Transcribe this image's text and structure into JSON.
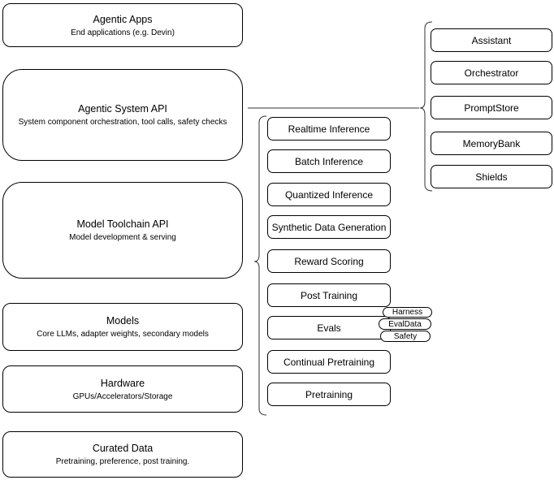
{
  "diagram": {
    "colors": {
      "background": "#ffffff",
      "stroke": "#000000",
      "fill": "#ffffff",
      "text": "#000000"
    },
    "left_column": [
      {
        "title": "Agentic Apps",
        "subtitle": "End applications (e.g. Devin)"
      },
      {
        "title": "Agentic System API",
        "subtitle": "System component orchestration, tool calls, safety checks"
      },
      {
        "title": "Model Toolchain API",
        "subtitle": "Model development & serving"
      },
      {
        "title": "Models",
        "subtitle": "Core LLMs, adapter weights, secondary models"
      },
      {
        "title": "Hardware",
        "subtitle": "GPUs/Accelerators/Storage"
      },
      {
        "title": "Curated Data",
        "subtitle": "Pretraining, preference, post training."
      }
    ],
    "toolchain_items": [
      "Realtime Inference",
      "Batch Inference",
      "Quantized Inference",
      "Synthetic Data Generation",
      "Reward Scoring",
      "Post Training",
      "Evals",
      "Continual Pretraining",
      "Pretraining"
    ],
    "evals_tags": [
      "Harness",
      "EvalData",
      "Safety"
    ],
    "system_components": [
      "Assistant",
      "Orchestrator",
      "PromptStore",
      "MemoryBank",
      "Shields"
    ]
  }
}
